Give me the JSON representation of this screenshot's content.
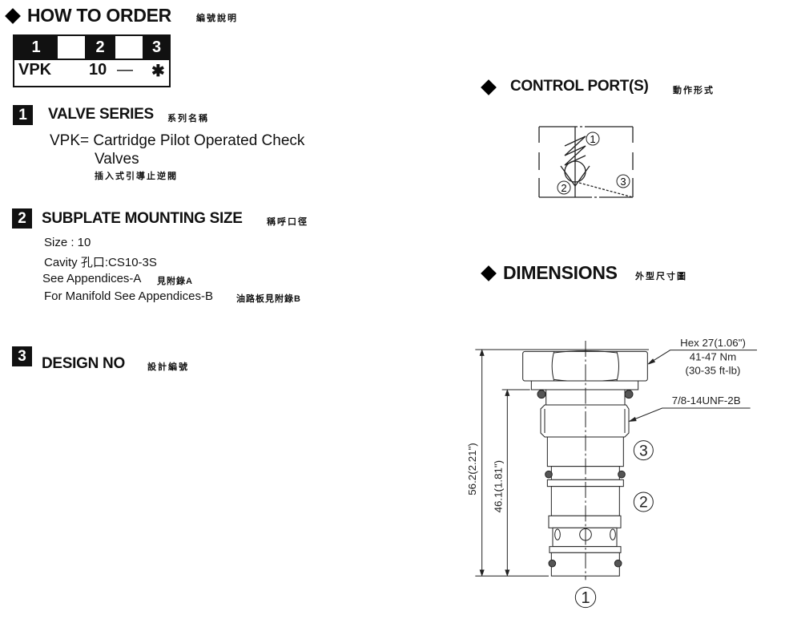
{
  "how_to_order": {
    "title": "HOW TO  ORDER",
    "title_zh": "編號說明",
    "table": {
      "headers": [
        "1",
        "2",
        "3"
      ],
      "values": [
        "VPK",
        "10",
        "—",
        "✱"
      ]
    }
  },
  "sections": [
    {
      "number": "1",
      "title": "VALVE SERIES",
      "title_zh": "系列名稱",
      "lines": [
        "VPK= Cartridge Pilot Operated Check",
        "Valves",
        "插入式引導止逆閥"
      ]
    },
    {
      "number": "2",
      "title": "SUBPLATE MOUNTING SIZE",
      "title_zh": "稱呼口徑",
      "lines": [
        "Size : 10",
        "Cavity 孔口:CS10-3S",
        "See Appendices-A",
        "見附錄A",
        "For Manifold See Appendices-B",
        "油路板見附錄B"
      ]
    },
    {
      "number": "3",
      "title": "DESIGN NO",
      "title_zh": "設計編號",
      "lines": []
    }
  ],
  "control_ports": {
    "title": "CONTROL PORT(S)",
    "title_zh": "動作形式",
    "ports": [
      "1",
      "2",
      "3"
    ]
  },
  "dimensions": {
    "title": "DIMENSIONS",
    "title_zh": "外型尺寸圖",
    "hex": "Hex 27(1.06\")",
    "torque_nm": "41-47 Nm",
    "torque_ftlb": "(30-35 ft-lb)",
    "thread": "7/8-14UNF-2B",
    "overall_length": "56.2(2.21\")",
    "insert_length": "46.1(1.81\")",
    "ports": [
      "3",
      "2",
      "1"
    ]
  }
}
